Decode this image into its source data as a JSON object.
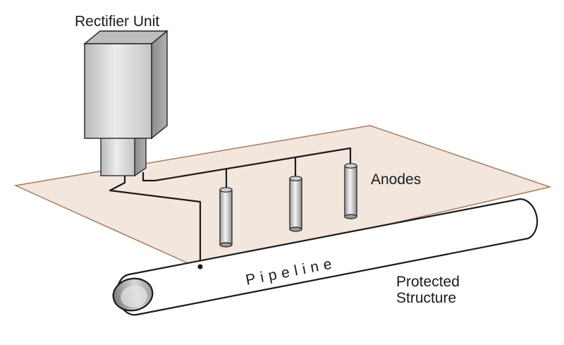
{
  "labels": {
    "rectifier": "Rectifier Unit",
    "anodes": "Anodes",
    "pipeline": "Pipeline",
    "protected_line1": "Protected",
    "protected_line2": "Structure"
  },
  "colors": {
    "ground_fill": "#f2e6dd",
    "ground_edge": "#a67c5f",
    "rectifier_front": "#d7d7d7",
    "rectifier_side": "#9d9d9d",
    "rectifier_top": "#bdbdbd",
    "wire": "#1a1a1a",
    "pipe_fill": "#ffffff",
    "anode_fill": "#d0d0d0"
  }
}
